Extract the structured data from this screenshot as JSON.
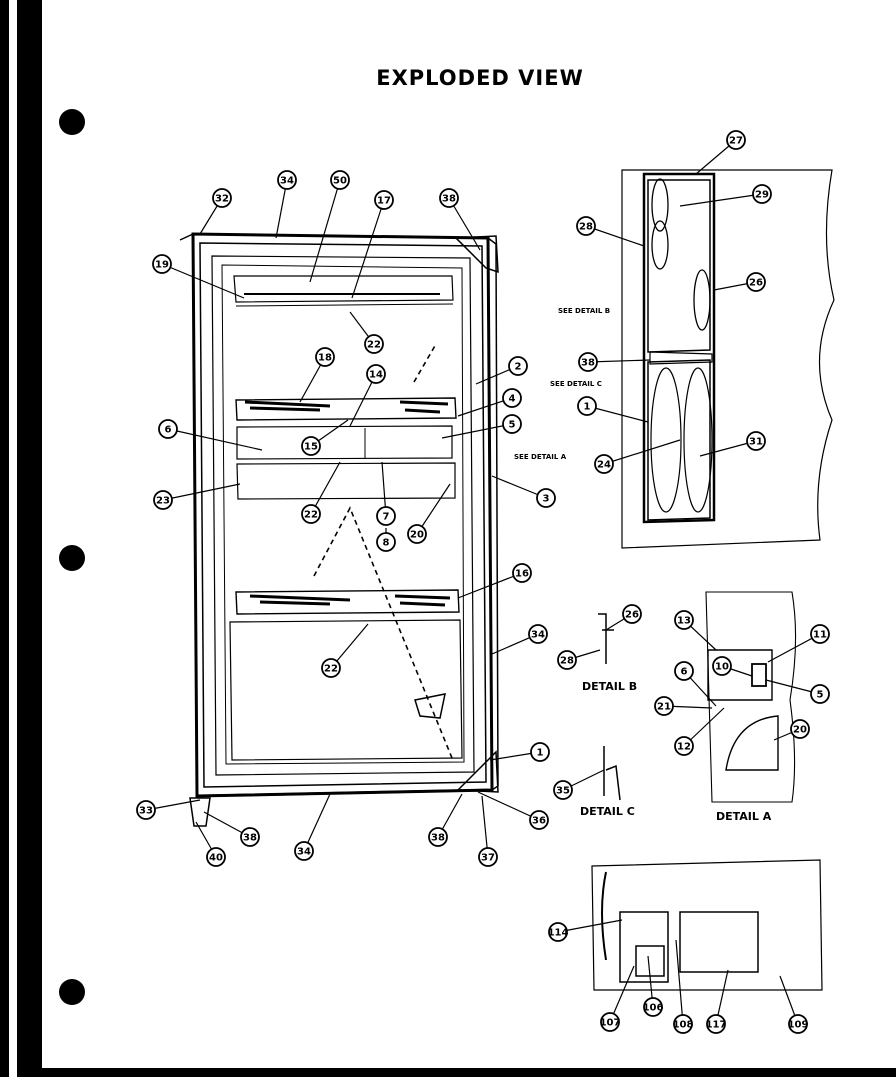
{
  "title": "EXPLODED VIEW",
  "detail_labels": {
    "detail_a": "DETAIL A",
    "detail_b": "DETAIL B",
    "detail_c": "DETAIL C"
  },
  "reference_labels": {
    "see_detail_a": "SEE DETAIL A",
    "see_detail_b": "SEE DETAIL B",
    "see_detail_c": "SEE DETAIL C"
  },
  "part_numbers": {
    "main": [
      "32",
      "34",
      "50",
      "17",
      "38",
      "19",
      "22",
      "18",
      "14",
      "2",
      "4",
      "5",
      "6",
      "15",
      "3",
      "23",
      "22",
      "7",
      "8",
      "20",
      "16",
      "34",
      "22",
      "1",
      "33",
      "38",
      "34",
      "36",
      "37",
      "40",
      "38"
    ],
    "upper_section": [
      "27",
      "29",
      "28",
      "26",
      "38",
      "1",
      "24",
      "31"
    ],
    "detail_a": [
      "13",
      "11",
      "10",
      "6",
      "5",
      "21",
      "12",
      "20"
    ],
    "detail_b": [
      "26",
      "28"
    ],
    "detail_c": [
      "35"
    ],
    "compressor": [
      "114",
      "107",
      "106",
      "108",
      "117",
      "109"
    ]
  }
}
